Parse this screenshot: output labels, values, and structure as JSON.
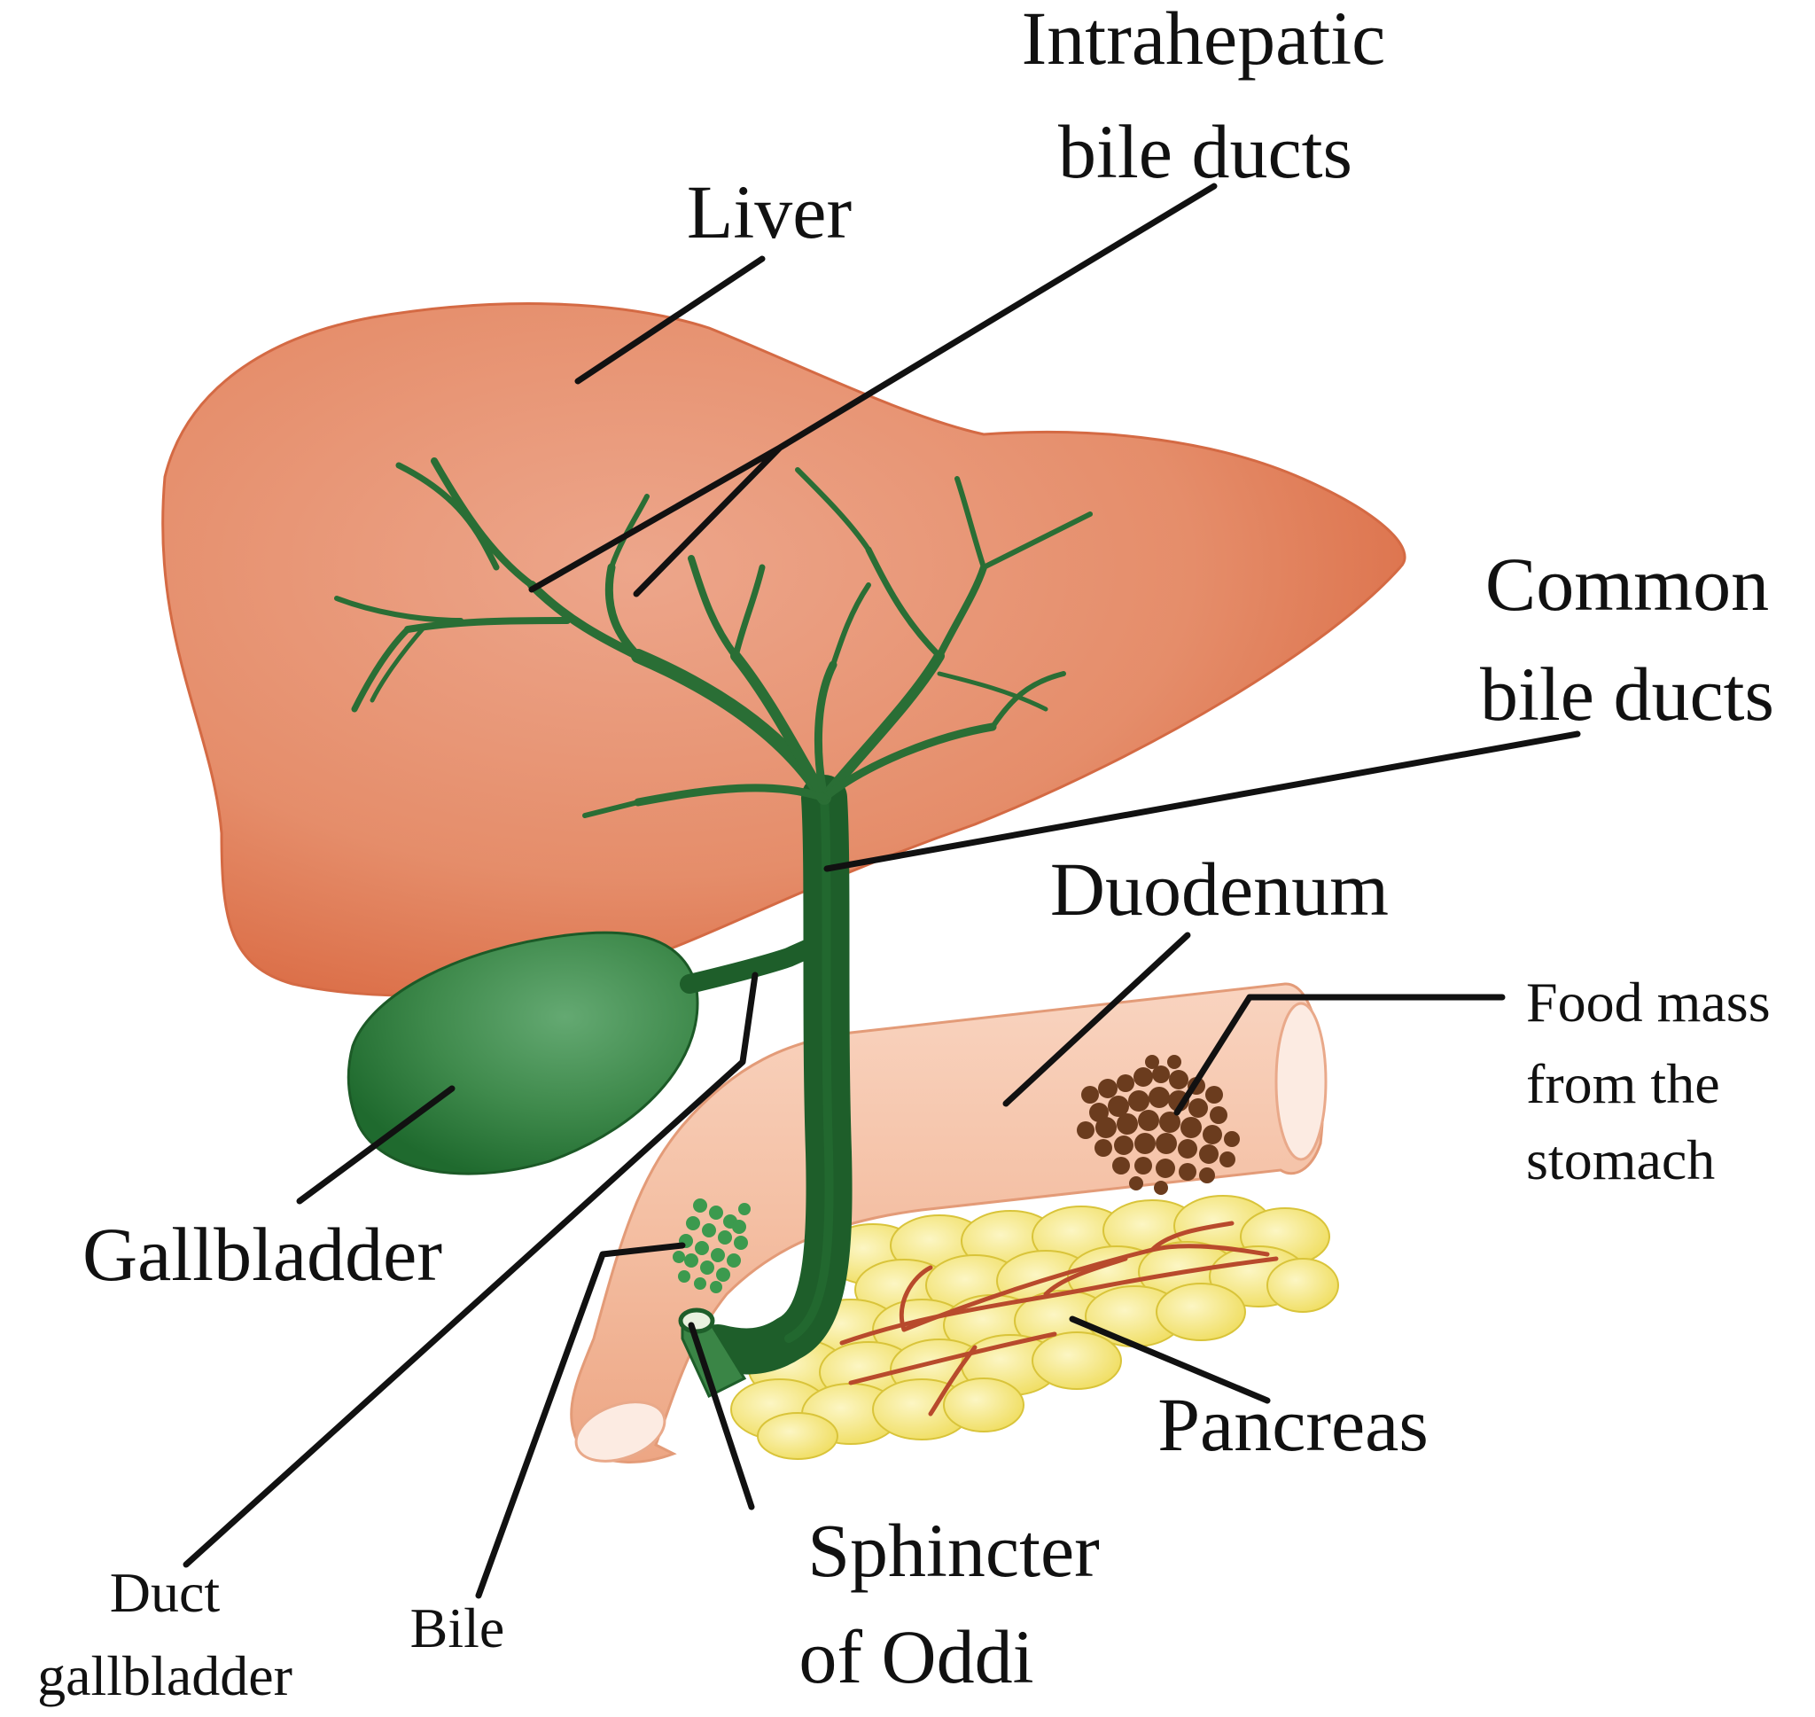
{
  "labels": {
    "intrahepatic_line1": "Intrahepatic",
    "intrahepatic_line2": "bile ducts",
    "liver": "Liver",
    "common_line1": "Common",
    "common_line2": "bile ducts",
    "duodenum": "Duodenum",
    "food_line1": "Food mass",
    "food_line2": "from the",
    "food_line3": "stomach",
    "gallbladder": "Gallbladder",
    "pancreas": "Pancreas",
    "sphincter_line1": "Sphincter",
    "sphincter_line2": "of Oddi",
    "duct_line1": "Duct",
    "duct_line2": "gallbladder",
    "bile": "Bile"
  },
  "colors": {
    "liver": "#e48a66",
    "liver_light": "#eba489",
    "liver_dark": "#d9643a",
    "gallbladder": "#2f7a3c",
    "gallbladder_light": "#5aa36a",
    "duct": "#1e5e2a",
    "branch": "#2a6e35",
    "duodenum": "#f2b79b",
    "duodenum_light": "#f8d2bd",
    "duodenum_end": "#fcebe2",
    "pancreas": "#f3e36f",
    "pancreas_light": "#faf1a8",
    "vessel": "#b84a2c",
    "food": "#6b3c1e",
    "bile_dots": "#3c9a4e"
  }
}
